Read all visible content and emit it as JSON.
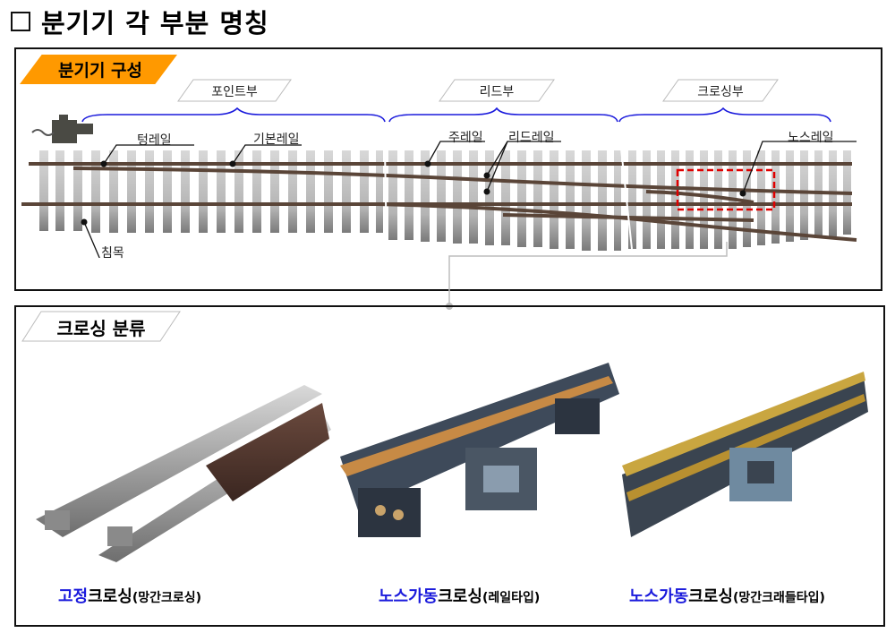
{
  "page": {
    "title": "분기기 각 부분 명칭",
    "title_marker": "checkbox-square"
  },
  "section_composition": {
    "tag": "분기기 구성",
    "tag_color": "#ff9900",
    "parts": [
      {
        "label": "포인트부"
      },
      {
        "label": "리드부"
      },
      {
        "label": "크로싱부"
      }
    ],
    "brace_color": "#1a1adc",
    "callouts": {
      "tongue_rail": "텅레일",
      "stock_rail": "기본레일",
      "sleeper": "침목",
      "main_rail": "주레일",
      "lead_rail": "리드레일",
      "nose_rail": "노스레일"
    },
    "highlight_color": "#e00000"
  },
  "section_crossing": {
    "tag": "크로싱 분류",
    "items": [
      {
        "caption_blue": "고정",
        "caption_main": "크로싱",
        "caption_sub": "(망간크로싱)"
      },
      {
        "caption_blue": "노스가동",
        "caption_main": "크로싱",
        "caption_sub": "(레일타입)"
      },
      {
        "caption_blue": "노스가동",
        "caption_main": "크로싱",
        "caption_sub": "(망간크래들타입)"
      }
    ]
  }
}
